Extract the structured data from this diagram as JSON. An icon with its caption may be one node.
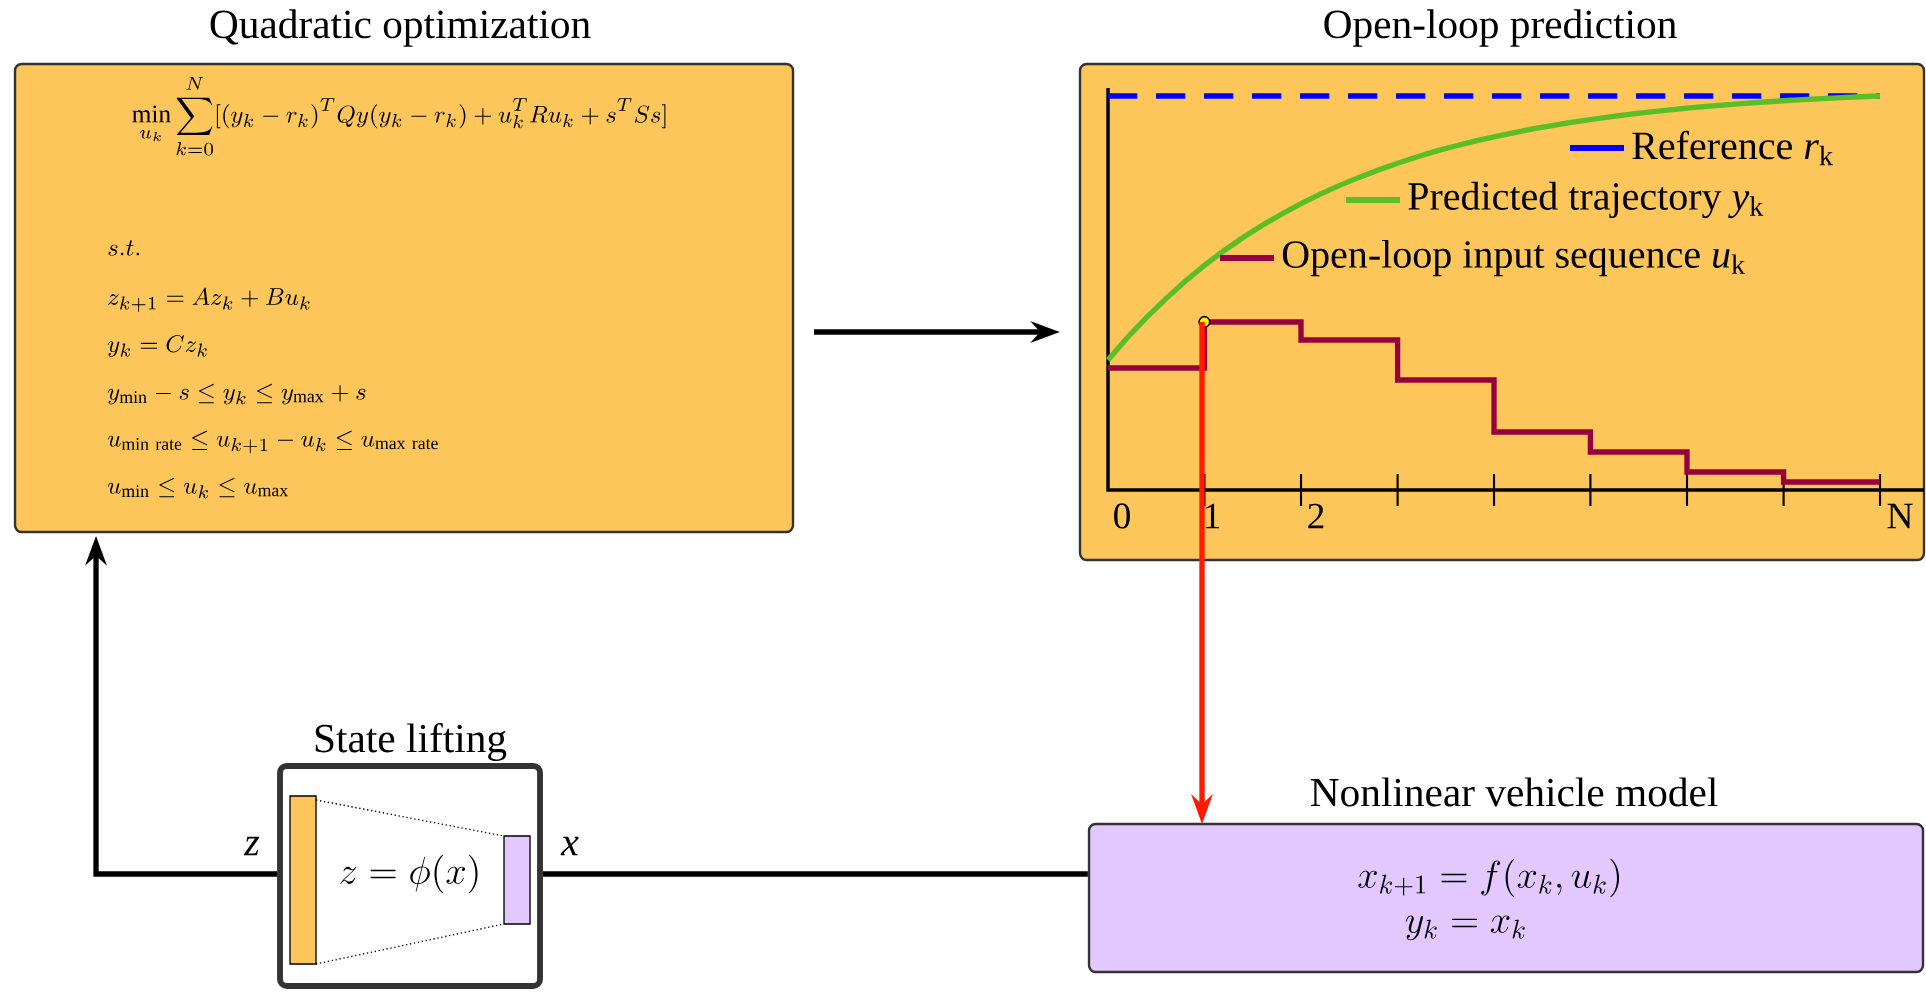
{
  "diagram": {
    "nodes": [
      {
        "text": [
          "Quadratic optimization",
          "\\min_{u_k}\\sum_{k=0}^{N}[(y_k-r_k)^TQy(y_k-r_k)+u_k^TRu_k+s^TSs]",
          "s.t.",
          "z_{k+1}=Az_k+Bu_k",
          "y_k=Cz_k",
          "y_{\\min}-s\\le y_k\\le y_{\\max}+s",
          "u_{\\mathrm{min\\ rate}}\\le u_{k+1}-u_k\\le u_{\\mathrm{max\\ rate}}",
          "u_{\\min}\\le u_k\\le u_{\\max}"
        ]
      },
      {
        "text": [
          "Open-loop prediction"
        ]
      },
      {
        "text": [
          "State lifting",
          "z=\\phi(x)"
        ]
      },
      {
        "text": [
          "Nonlinear vehicle model",
          "x_{k+1}=f(x_k,u_k)",
          "y_k=x_k"
        ]
      }
    ],
    "edges": [
      {
        "from": 0,
        "to": 1,
        "arrow": "to"
      },
      {
        "from": 1,
        "to": 3,
        "arrow": "to",
        "color": "#ff1a00"
      },
      {
        "from": 3,
        "to": 2,
        "arrow": "none",
        "label": "x"
      },
      {
        "from": 2,
        "to": 0,
        "arrow": "to",
        "label": "z"
      }
    ],
    "labels": [
      "0",
      "1",
      "2",
      "N"
    ],
    "legend": [
      {
        "text": "Reference *r*$_{k}$"
      },
      {
        "text": "Predicted trajectory *y*$_{k}$"
      },
      {
        "text": "Open-loop input sequence *u*$_{k}$"
      }
    ]
  }
}
